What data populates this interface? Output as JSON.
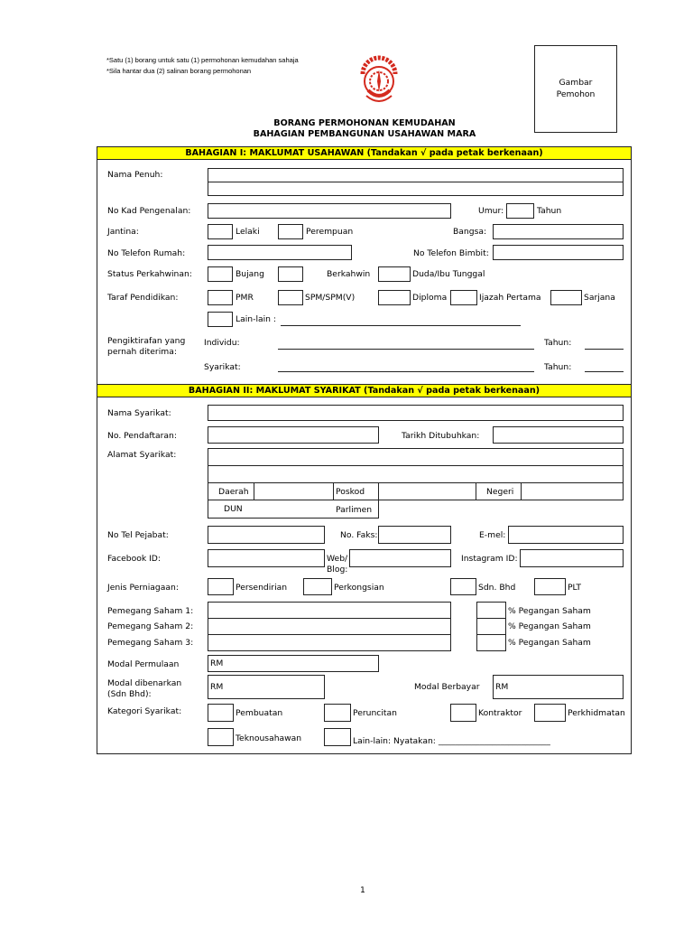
{
  "notes": [
    "*Satu (1) borang untuk satu (1) permohonan kemudahan sahaja",
    "*Sila hantar dua (2) salinan borang permohonan"
  ],
  "logo": {
    "icon": "mara-seal-logo",
    "color": "#d42a1e"
  },
  "photo_box": {
    "line1": "Gambar",
    "line2": "Pemohon"
  },
  "title": {
    "line1": "BORANG PERMOHONAN KEMUDAHAN",
    "line2": "BAHAGIAN PEMBANGUNAN USAHAWAN MARA"
  },
  "section1": {
    "heading": "BAHAGIAN I: MAKLUMAT USAHAWAN (Tandakan √ pada petak berkenaan)",
    "nama_penuh": "Nama Penuh:",
    "no_kad": "No Kad Pengenalan:",
    "umur": "Umur:",
    "tahun": "Tahun",
    "jantina": "Jantina:",
    "lelaki": "Lelaki",
    "perempuan": "Perempuan",
    "bangsa": "Bangsa:",
    "tel_rumah": "No Telefon Rumah:",
    "tel_bimbit": "No Telefon Bimbit:",
    "status": "Status Perkahwinan:",
    "bujang": "Bujang",
    "berkahwin": "Berkahwin",
    "duda": "Duda/Ibu Tunggal",
    "taraf": "Taraf Pendidikan:",
    "pmr": "PMR",
    "spm": "SPM/SPM(V)",
    "diploma": "Diploma",
    "ijazah": "Ijazah Pertama",
    "sarjana": "Sarjana",
    "lain": "Lain-lain :",
    "pengiktirafan1": "Pengiktirafan yang",
    "pengiktirafan2": "pernah diterima:",
    "individu": "Individu:",
    "syarikat": "Syarikat:",
    "tahun_colon": "Tahun:"
  },
  "section2": {
    "heading": "BAHAGIAN II: MAKLUMAT SYARIKAT (Tandakan √ pada petak berkenaan)",
    "nama_syarikat": "Nama Syarikat:",
    "no_pendaftaran": "No. Pendaftaran:",
    "tarikh": "Tarikh Ditubuhkan:",
    "alamat": "Alamat Syarikat:",
    "daerah": "Daerah",
    "poskod": "Poskod",
    "negeri": "Negeri",
    "dun": "DUN",
    "parlimen": "Parlimen",
    "tel_pejabat": "No Tel Pejabat:",
    "faks": "No. Faks:",
    "emel": "E-mel:",
    "facebook": "Facebook ID:",
    "web1": "Web/",
    "web2": "Blog:",
    "instagram": "Instagram ID:",
    "jenis": "Jenis Perniagaan:",
    "persendirian": "Persendirian",
    "perkongsian": "Perkongsian",
    "sdn": "Sdn. Bhd",
    "plt": "PLT",
    "pemegang1": "Pemegang Saham 1:",
    "pemegang2": "Pemegang Saham 2:",
    "pemegang3": "Pemegang Saham 3:",
    "pegangan": "% Pegangan Saham",
    "modal_permulaan": "Modal Permulaan",
    "rm": "RM",
    "modal_dibenarkan1": "Modal dibenarkan",
    "modal_dibenarkan2": "(Sdn Bhd):",
    "modal_berbayar": "Modal Berbayar",
    "kategori": "Kategori Syarikat:",
    "pembuatan": "Pembuatan",
    "peruncitan": "Peruncitan",
    "kontraktor": "Kontraktor",
    "perkhidmatan": "Perkhidmatan",
    "teknousahawan": "Teknousahawan",
    "lain_nyatakan": "Lain-lain: Nyatakan: ___________________________"
  },
  "page_number": "1"
}
